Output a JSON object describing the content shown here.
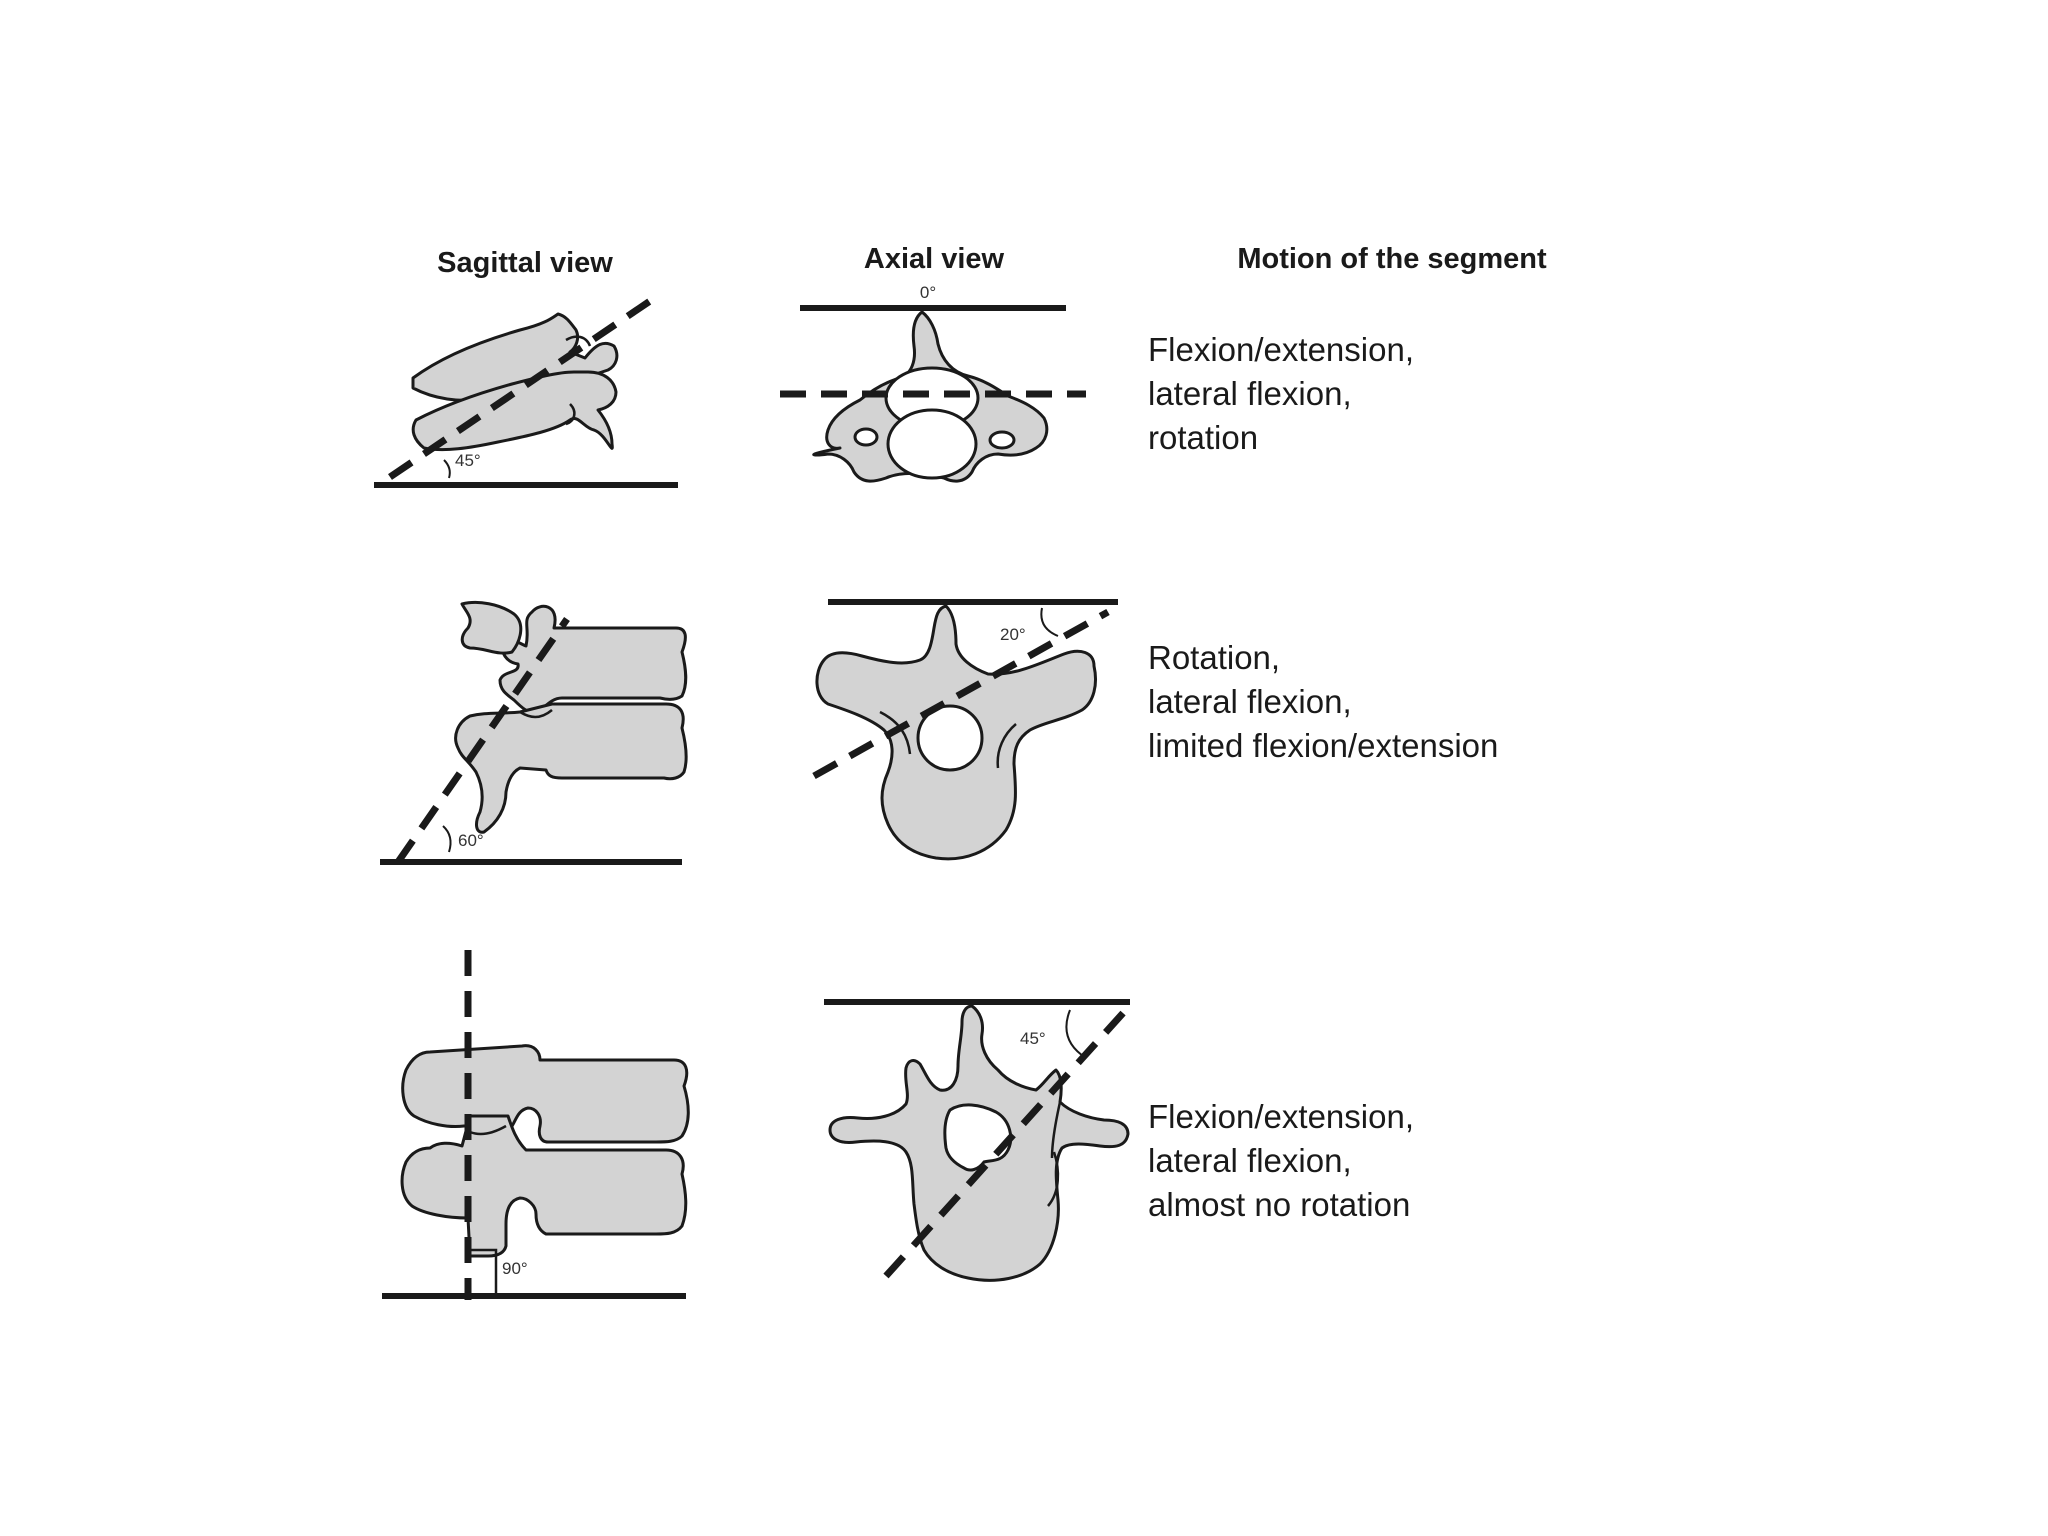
{
  "headers": {
    "sagittal": "Sagittal view",
    "axial": "Axial view",
    "motion": "Motion of the segment"
  },
  "rows": [
    {
      "sagittal_angle": "45°",
      "axial_angle": "0°",
      "motion_lines": [
        "Flexion/extension,",
        "lateral flexion,",
        "rotation"
      ]
    },
    {
      "sagittal_angle": "60°",
      "axial_angle": "20°",
      "motion_lines": [
        "Rotation,",
        "lateral flexion,",
        "limited flexion/extension"
      ]
    },
    {
      "sagittal_angle": "90°",
      "axial_angle": "45°",
      "motion_lines": [
        "Flexion/extension,",
        "lateral flexion,",
        "almost  no rotation"
      ]
    }
  ],
  "colors": {
    "bone_fill": "#d3d3d3",
    "outline": "#1a1a1a",
    "background": "#ffffff"
  }
}
